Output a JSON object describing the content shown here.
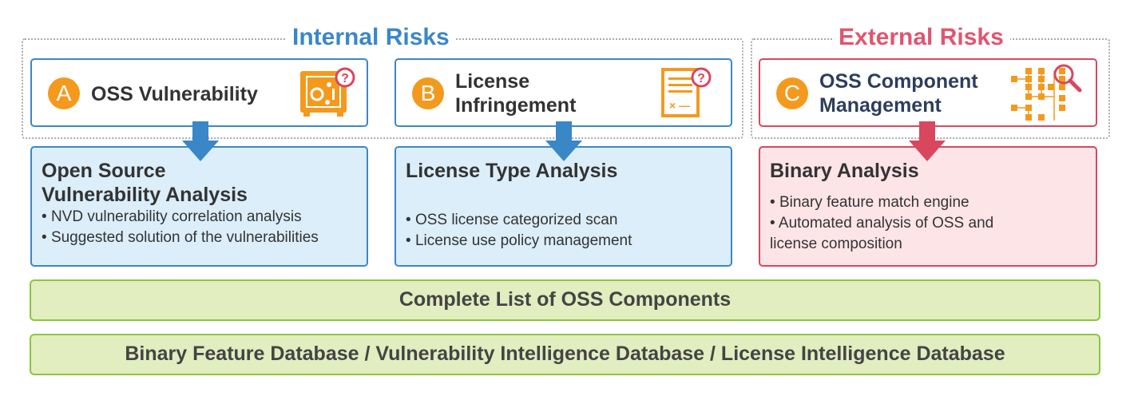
{
  "groups": {
    "internal": "Internal Risks",
    "external": "External Risks"
  },
  "risks": [
    {
      "letter": "A",
      "label": "OSS Vulnerability",
      "icon": "safe-bug-icon"
    },
    {
      "letter": "B",
      "label": "License Infringement",
      "icon": "document-question-icon"
    },
    {
      "letter": "C",
      "label": "OSS Component Management",
      "icon": "component-tree-search-icon"
    }
  ],
  "analyses": [
    {
      "title": "Open Source Vulnerability Analysis",
      "items": [
        "NVD vulnerability correlation analysis",
        "Suggested solution of the vulnerabilities"
      ]
    },
    {
      "title": "License Type Analysis",
      "items": [
        "OSS license categorized scan",
        "License use policy management"
      ]
    },
    {
      "title": "Binary Analysis",
      "items": [
        "Binary feature match engine",
        "Automated analysis of OSS and license composition"
      ]
    }
  ],
  "layers": [
    "Complete List of OSS Components",
    "Binary Feature Database / Vulnerability Intelligence Database / License Intelligence Database"
  ],
  "colors": {
    "blue": "#3a87c8",
    "red": "#d9475e",
    "orange": "#f39a1e",
    "green": "#8dc63f"
  }
}
